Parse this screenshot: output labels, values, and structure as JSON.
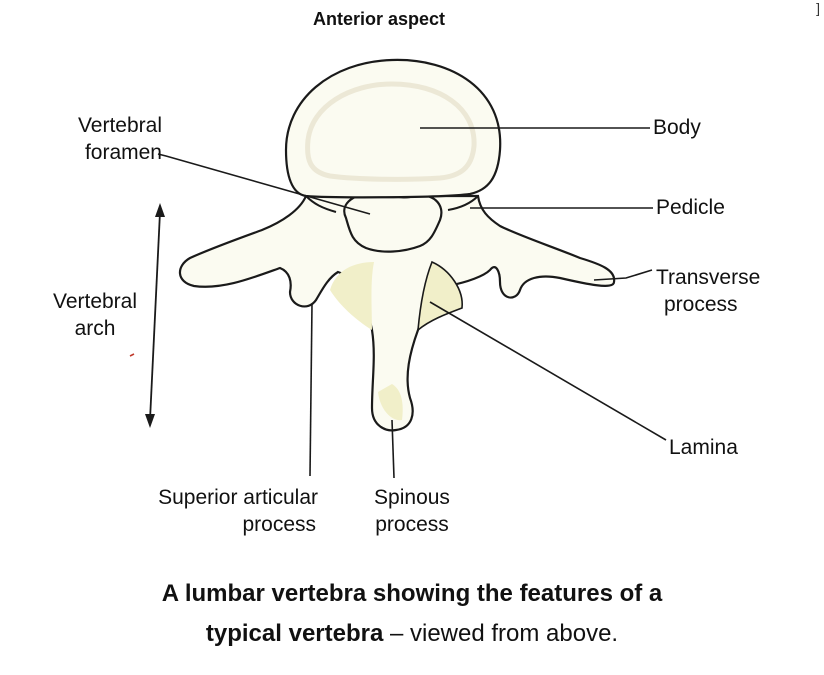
{
  "heading": "Anterior aspect",
  "labels": {
    "body": "Body",
    "pedicle": "Pedicle",
    "transverse_1": "Transverse",
    "transverse_2": "process",
    "lamina": "Lamina",
    "foramen_1": "Vertebral",
    "foramen_2": "foramen",
    "arch_1": "Vertebral",
    "arch_2": "arch",
    "sup_art_1": "Superior articular",
    "sup_art_2": "process",
    "spinous_1": "Spinous",
    "spinous_2": "process"
  },
  "caption": {
    "bold_1": "A lumbar vertebra showing the features of a",
    "bold_2": "typical vertebra",
    "rest_2": " – viewed from above."
  },
  "corner_mark": "]",
  "colors": {
    "bone_fill": "#fbfbf1",
    "bone_shade": "#f1efc9",
    "outline": "#1a1a1a"
  }
}
